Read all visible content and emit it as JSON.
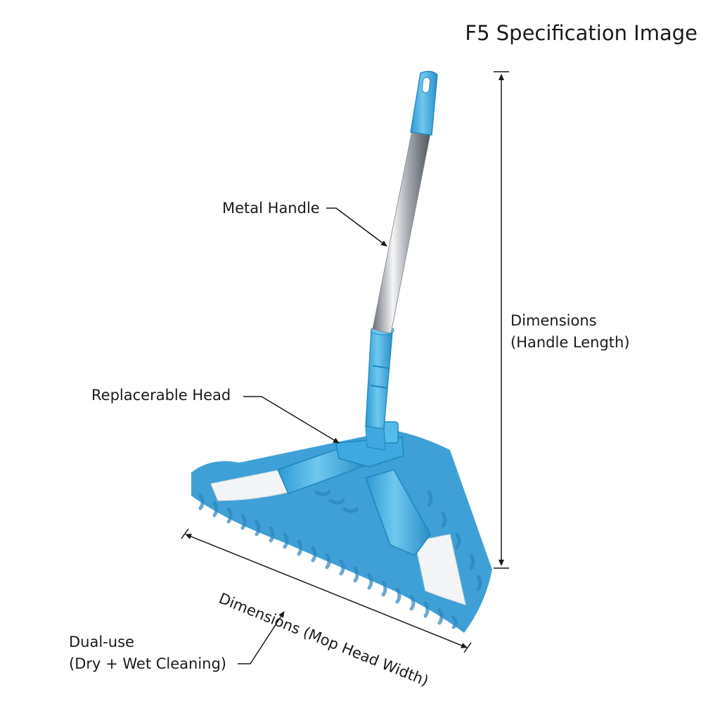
{
  "title": "F5 Specification Image",
  "labels": {
    "metal_handle": "Metal Handle",
    "replaceable_head": "Replacerable Head",
    "handle_length_line1": "Dimensions",
    "handle_length_line2": "(Handle Length)",
    "mop_head_width": "Dimensions (Mop Head Width)",
    "dual_use_line1": "Dual-use",
    "dual_use_line2": "(Dry + Wet Cleaning)"
  },
  "colors": {
    "mop_blue": "#43b3e6",
    "mop_blue_dark": "#2394cc",
    "chenille_blue": "#4aa8dc",
    "steel": "#c9ccd0",
    "text": "#1a1a1a"
  }
}
